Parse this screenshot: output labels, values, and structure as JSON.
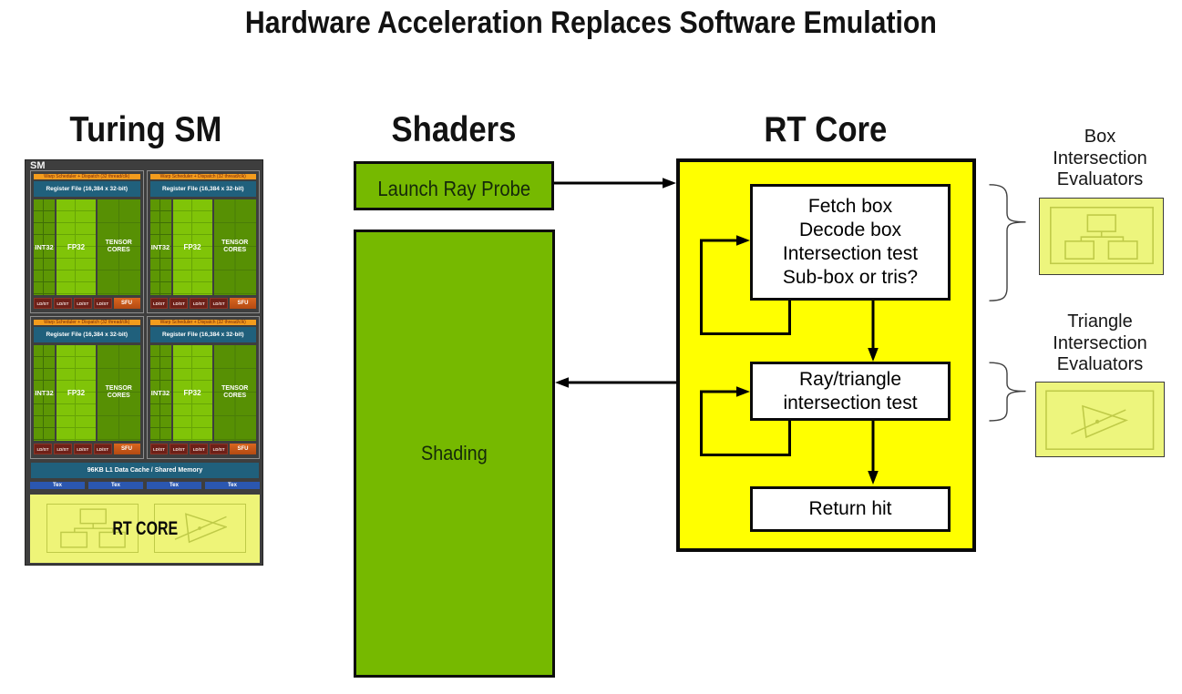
{
  "title": "Hardware Acceleration Replaces Software Emulation",
  "headings": {
    "turing_sm": "Turing SM",
    "shaders": "Shaders",
    "rt_core": "RT Core"
  },
  "shaders": {
    "launch_box": "Launch Ray Probe",
    "shading_box": "Shading"
  },
  "rt_core_flow": {
    "fetch_box_lines": [
      "Fetch box",
      "Decode box",
      "Intersection test",
      "Sub-box or tris?"
    ],
    "ray_box_lines": [
      "Ray/triangle",
      "intersection test"
    ],
    "return_box": "Return hit"
  },
  "evaluators": {
    "box_label_lines": [
      "Box",
      "Intersection",
      "Evaluators"
    ],
    "triangle_label_lines": [
      "Triangle",
      "Intersection",
      "Evaluators"
    ]
  },
  "sm": {
    "label": "SM",
    "quadrant_count": 4,
    "quadrant": {
      "warp": "Warp Scheduler + Dispatch (32 thread/clk)",
      "register": "Register File (16,384 x 32-bit)",
      "int32": "INT32",
      "fp32": "FP32",
      "tensor_lines": [
        "TENSOR",
        "CORES"
      ],
      "ldst": "LD/ST",
      "sfu": "SFU"
    },
    "l1": "96KB L1 Data Cache / Shared Memory",
    "tex": "Tex",
    "rt_core_label": "RT CORE"
  },
  "colors": {
    "nvidia_green": "#76b900",
    "rt_core_yellow": "#ffff00",
    "evaluator_yellow_green": "#edf57d",
    "sm_background_gray": "#3e3e3e",
    "warp_scheduler_orange": "#f39c1d",
    "register_file_teal": "#20607c",
    "tex_blue": "#2b57b0",
    "ldst_dark_red": "#6e2018",
    "sfu_orange": "#c85a1b"
  }
}
